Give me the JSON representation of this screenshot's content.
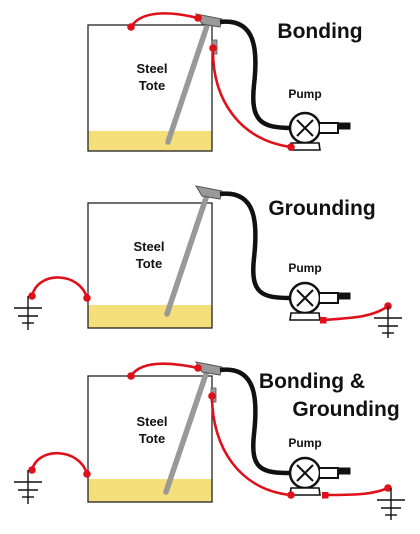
{
  "panels": [
    {
      "title_lines": [
        "Bonding"
      ],
      "tote_lines": [
        "Steel",
        "Tote"
      ],
      "pump_label": "Pump",
      "bond_wire": true,
      "tote_ground": false,
      "pump_ground": false
    },
    {
      "title_lines": [
        "Grounding"
      ],
      "tote_lines": [
        "Steel",
        "Tote"
      ],
      "pump_label": "Pump",
      "bond_wire": false,
      "tote_ground": true,
      "pump_ground": true
    },
    {
      "title_lines": [
        "Bonding &",
        "Grounding"
      ],
      "tote_lines": [
        "Steel",
        "Tote"
      ],
      "pump_label": "Pump",
      "bond_wire": true,
      "tote_ground": true,
      "pump_ground": true
    }
  ],
  "colors": {
    "wire": "#e0101a",
    "hose": "#111111",
    "liquid": "#f5df7a",
    "tote_outline": "#222222",
    "dip_tube": "#999999",
    "ground_symbol": "#111111"
  }
}
